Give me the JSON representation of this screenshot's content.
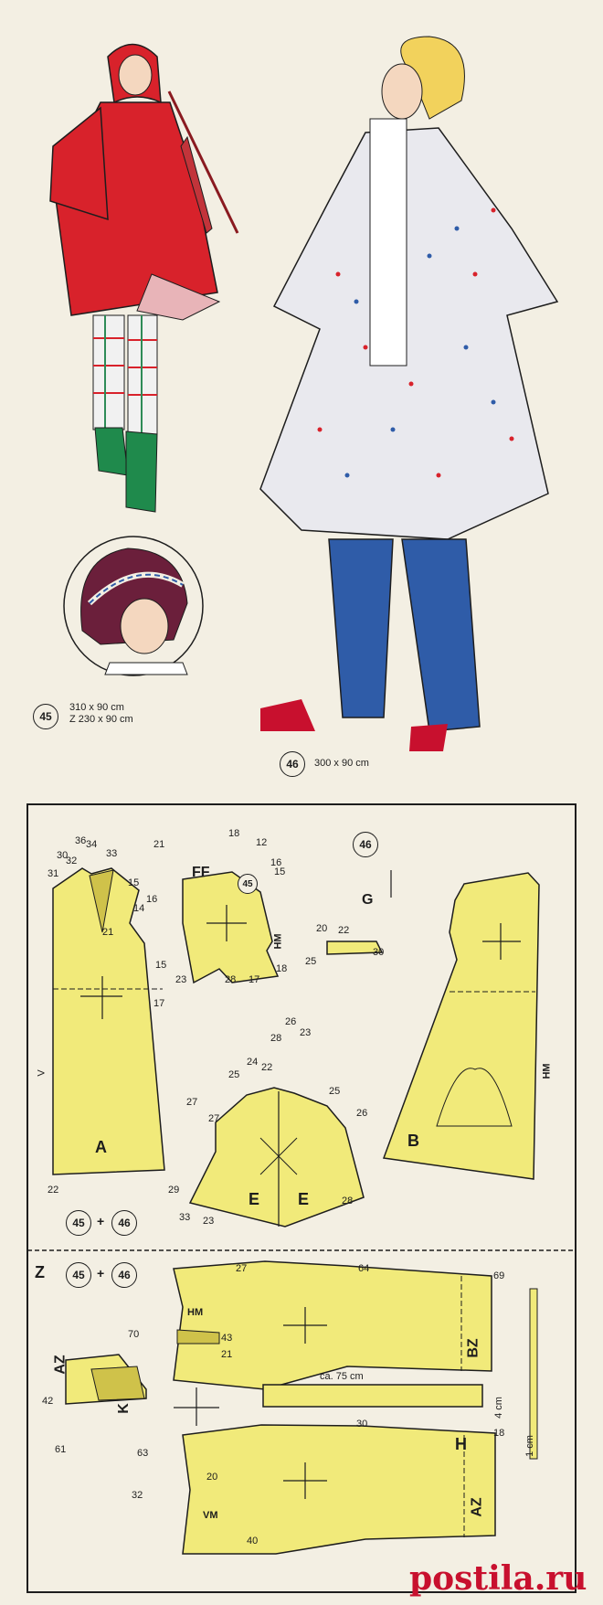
{
  "illustration": {
    "model_45": {
      "number": "45",
      "size_line1": "310 x 90 cm",
      "size_line2": "Z 230 x 90 cm"
    },
    "model_46": {
      "number": "46",
      "size_line1": "300 x 90 cm"
    }
  },
  "pattern_sheet": {
    "pieces": {
      "a": "A",
      "b": "B",
      "e1": "E",
      "e2": "E",
      "ff": "FF",
      "g": "G",
      "z": "Z",
      "bz": "BZ",
      "az_top": "AZ",
      "k": "K",
      "h": "H",
      "az_bottom": "AZ",
      "hm1": "HM",
      "hm2": "HM",
      "hm3": "HM",
      "vm": "VM",
      "v": "V"
    },
    "badges": {
      "ff_45": "45",
      "g_46": "46",
      "s1_a": "45",
      "s1_b": "46",
      "s2_a": "45",
      "s2_b": "46",
      "plus": "+"
    },
    "strip_label": "ca. 75 cm",
    "strip_width": "4 cm",
    "scale_label": "1 cm",
    "numbers": [
      "31",
      "30",
      "32",
      "36",
      "34",
      "33",
      "15",
      "14",
      "16",
      "21",
      "17",
      "15",
      "21",
      "18",
      "12",
      "16",
      "15",
      "23",
      "28",
      "17",
      "18",
      "20",
      "22",
      "25",
      "30",
      "22",
      "27",
      "25",
      "24",
      "28",
      "26",
      "23",
      "25",
      "26",
      "27",
      "28",
      "23",
      "33",
      "22",
      "29",
      "69",
      "70",
      "64",
      "43",
      "21",
      "27",
      "30",
      "18",
      "20",
      "63",
      "32",
      "40",
      "42",
      "61"
    ]
  },
  "watermark": "postila.ru",
  "colors": {
    "pattern_fill": "#f1ea7a",
    "background": "#f3efe3",
    "ink": "#1d1d1d",
    "coat_red": "#d8222b",
    "jeans_blue": "#2f5ca8",
    "brand_red": "#c8102e"
  }
}
